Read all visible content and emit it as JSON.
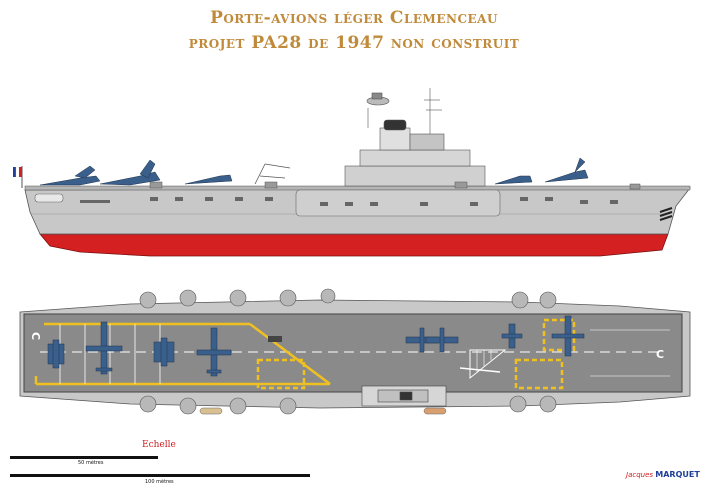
{
  "titles": {
    "line1": "Porte-avions léger Clemenceau",
    "line2": "projet PA28 de 1947 non construit"
  },
  "deck_markings": {
    "left_letter": "C",
    "right_letter": "C"
  },
  "scale": {
    "heading": "Echelle",
    "bar1_label": "50 mètres",
    "bar2_label": "100 mètres"
  },
  "signature": {
    "first": "Jacques",
    "last": "MARQUET"
  },
  "colors": {
    "hull_grey": "#c8c8c8",
    "hull_red": "#d42020",
    "deck_grey": "#8a8a8a",
    "deck_yellow": "#f0c020",
    "aircraft_blue": "#3a5f8a",
    "title_gold": "#c08a3a"
  }
}
